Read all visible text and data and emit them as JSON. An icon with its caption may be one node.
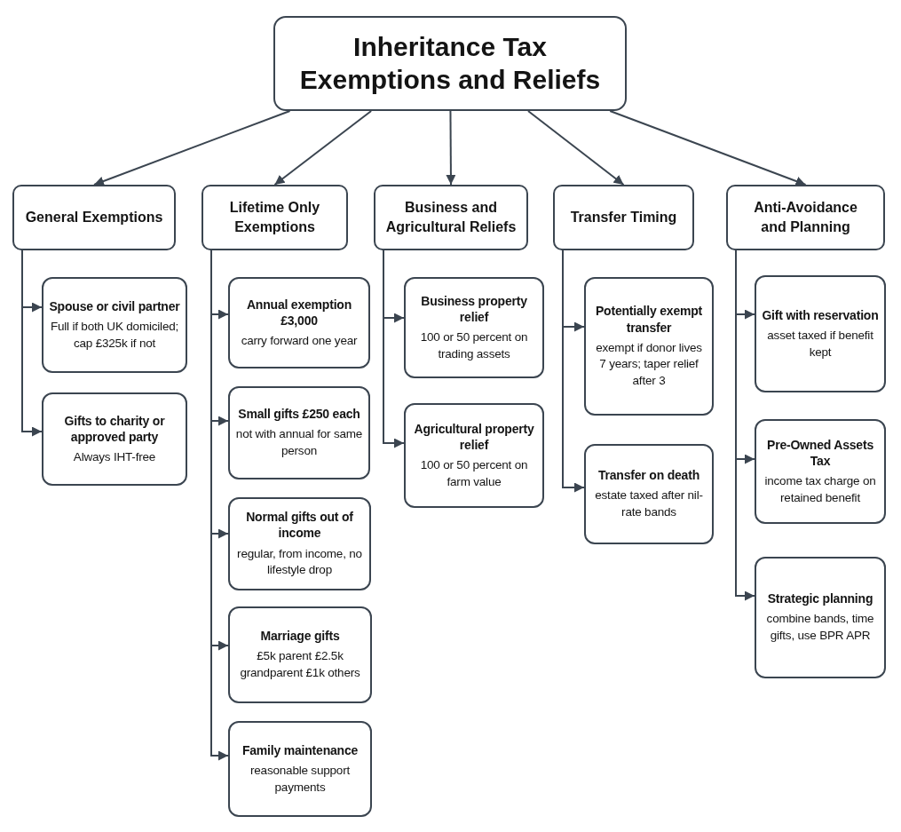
{
  "diagram": {
    "nodes": [
      {
        "text": [
          "Inheritance Tax Exemptions and Reliefs"
        ]
      },
      {
        "text": [
          "General Exemptions"
        ]
      },
      {
        "text": [
          "Lifetime Only Exemptions"
        ]
      },
      {
        "text": [
          "Business and Agricultural Reliefs"
        ]
      },
      {
        "text": [
          "Transfer Timing"
        ]
      },
      {
        "text": [
          "Anti-Avoidance and Planning"
        ]
      },
      {
        "text": [
          "Spouse or civil partner",
          "Full if both UK domiciled; cap £325k if not"
        ]
      },
      {
        "text": [
          "Gifts to charity or approved party",
          "Always IHT-free"
        ]
      },
      {
        "text": [
          "Annual exemption £3,000",
          "carry forward one year"
        ]
      },
      {
        "text": [
          "Small gifts £250 each",
          "not with annual for same person"
        ]
      },
      {
        "text": [
          "Normal gifts out of income",
          "regular, from income, no lifestyle drop"
        ]
      },
      {
        "text": [
          "Marriage gifts",
          "£5k parent £2.5k grandparent £1k others"
        ]
      },
      {
        "text": [
          "Family maintenance",
          "reasonable support payments"
        ]
      },
      {
        "text": [
          "Business property relief",
          "100 or 50 percent on trading assets"
        ]
      },
      {
        "text": [
          "Agricultural property relief",
          "100 or 50 percent on farm value"
        ]
      },
      {
        "text": [
          "Potentially exempt transfer",
          "exempt if donor lives 7 years; taper relief after 3"
        ]
      },
      {
        "text": [
          "Transfer on death",
          "estate taxed after nil-rate bands"
        ]
      },
      {
        "text": [
          "Gift with reservation",
          "asset taxed if benefit kept"
        ]
      },
      {
        "text": [
          "Pre-Owned Assets Tax",
          "income tax charge on retained benefit"
        ]
      },
      {
        "text": [
          "Strategic planning",
          "combine bands, time gifts, use BPR APR"
        ]
      }
    ],
    "edges": [
      {
        "from": 0,
        "to": 1,
        "arrow": "to"
      },
      {
        "from": 0,
        "to": 2,
        "arrow": "to"
      },
      {
        "from": 0,
        "to": 3,
        "arrow": "to"
      },
      {
        "from": 0,
        "to": 4,
        "arrow": "to"
      },
      {
        "from": 0,
        "to": 5,
        "arrow": "to"
      },
      {
        "from": 1,
        "to": 6,
        "arrow": "to"
      },
      {
        "from": 1,
        "to": 7,
        "arrow": "to"
      },
      {
        "from": 2,
        "to": 8,
        "arrow": "to"
      },
      {
        "from": 2,
        "to": 9,
        "arrow": "to"
      },
      {
        "from": 2,
        "to": 10,
        "arrow": "to"
      },
      {
        "from": 2,
        "to": 11,
        "arrow": "to"
      },
      {
        "from": 2,
        "to": 12,
        "arrow": "to"
      },
      {
        "from": 3,
        "to": 13,
        "arrow": "to"
      },
      {
        "from": 3,
        "to": 14,
        "arrow": "to"
      },
      {
        "from": 4,
        "to": 15,
        "arrow": "to"
      },
      {
        "from": 4,
        "to": 16,
        "arrow": "to"
      },
      {
        "from": 5,
        "to": 17,
        "arrow": "to"
      },
      {
        "from": 5,
        "to": 18,
        "arrow": "to"
      },
      {
        "from": 5,
        "to": 19,
        "arrow": "to"
      }
    ]
  }
}
